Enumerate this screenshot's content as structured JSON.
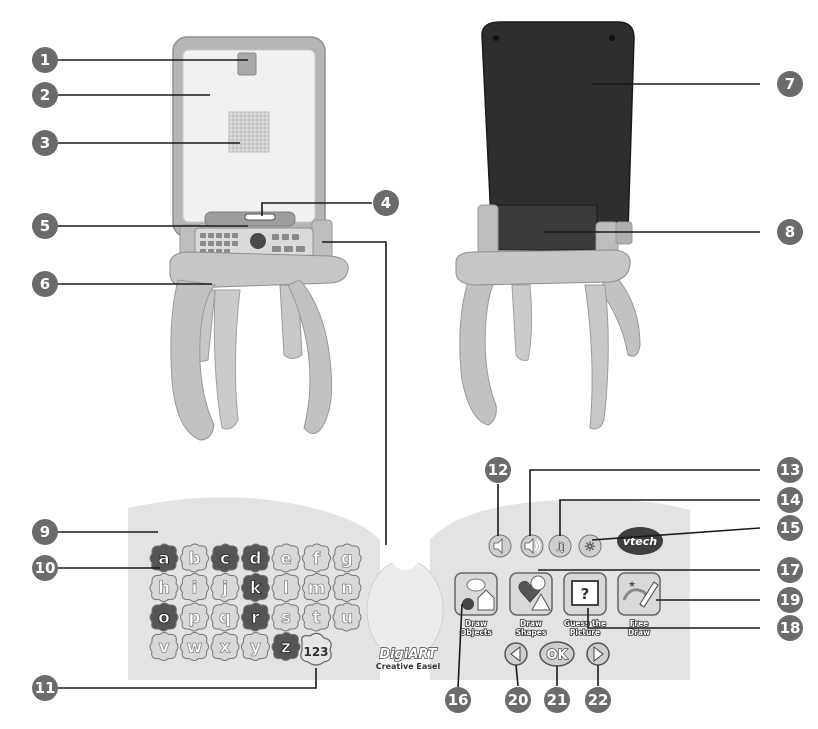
{
  "callouts": [
    "1",
    "2",
    "3",
    "4",
    "5",
    "6",
    "7",
    "8",
    "9",
    "10",
    "11",
    "12",
    "13",
    "14",
    "15",
    "16",
    "17",
    "18",
    "19",
    "20",
    "21",
    "22"
  ],
  "keyboard": {
    "letters": [
      "a",
      "b",
      "c",
      "d",
      "e",
      "f",
      "g",
      "h",
      "i",
      "j",
      "k",
      "l",
      "m",
      "n",
      "o",
      "p",
      "q",
      "r",
      "s",
      "t",
      "u",
      "v",
      "w",
      "x",
      "y",
      "z"
    ],
    "numbers_key": "123"
  },
  "modes": {
    "draw_objects": [
      "Draw",
      "Objects"
    ],
    "draw_shapes": [
      "Draw",
      "Shapes"
    ],
    "guess_picture": [
      "Guess the",
      "Picture"
    ],
    "free_draw": [
      "Free",
      "Draw"
    ]
  },
  "ok_label": "OK",
  "brand": {
    "logo": "vtech",
    "product_title": "DigiART",
    "product_subtitle": "Creative Easel"
  },
  "colors": {
    "callout_fill": "#6b6b6b",
    "leader_line": "#1a1a1a",
    "frame_gray": "#b8b8b8",
    "panel_gray": "#d2d2d2",
    "dark_key": "#555555",
    "light_key": "#d8d8d8",
    "chalkboard": "#2e2e2e"
  }
}
